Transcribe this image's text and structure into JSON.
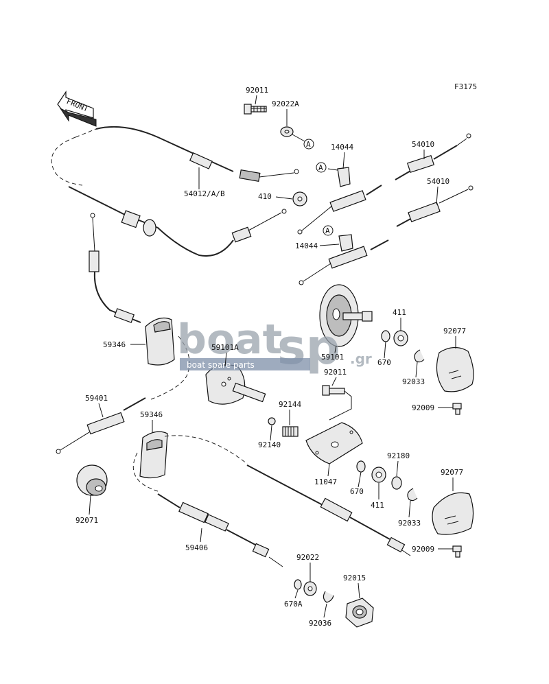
{
  "figure_code": "F3175",
  "front_label": "FRONT",
  "callout_letter": "A",
  "watermark": {
    "main": "boat",
    "accent": "sp",
    "sub": "boat spare parts",
    "tld": ".gr"
  },
  "parts": {
    "p92011_top": "92011",
    "p92022A": "92022A",
    "p14044_top": "14044",
    "p54010_top": "54010",
    "p54010_mid": "54010",
    "p54012": "54012/A/B",
    "p410": "410",
    "p14044_mid": "14044",
    "p411_top": "411",
    "p92077_top": "92077",
    "p59346_top": "59346",
    "p59101A": "59101A",
    "p59101": "59101",
    "p670_top": "670",
    "p92011_mid": "92011",
    "p92033_top": "92033",
    "p92009_top": "92009",
    "p59401": "59401",
    "p59346_bot": "59346",
    "p92144": "92144",
    "p92140": "92140",
    "p92180": "92180",
    "p92077_bot": "92077",
    "p11047": "11047",
    "p670_bot": "670",
    "p411_bot": "411",
    "p92033_bot": "92033",
    "p92071": "92071",
    "p59406": "59406",
    "p92009_bot": "92009",
    "p92022": "92022",
    "p92015": "92015",
    "p670A": "670A",
    "p92036": "92036"
  }
}
